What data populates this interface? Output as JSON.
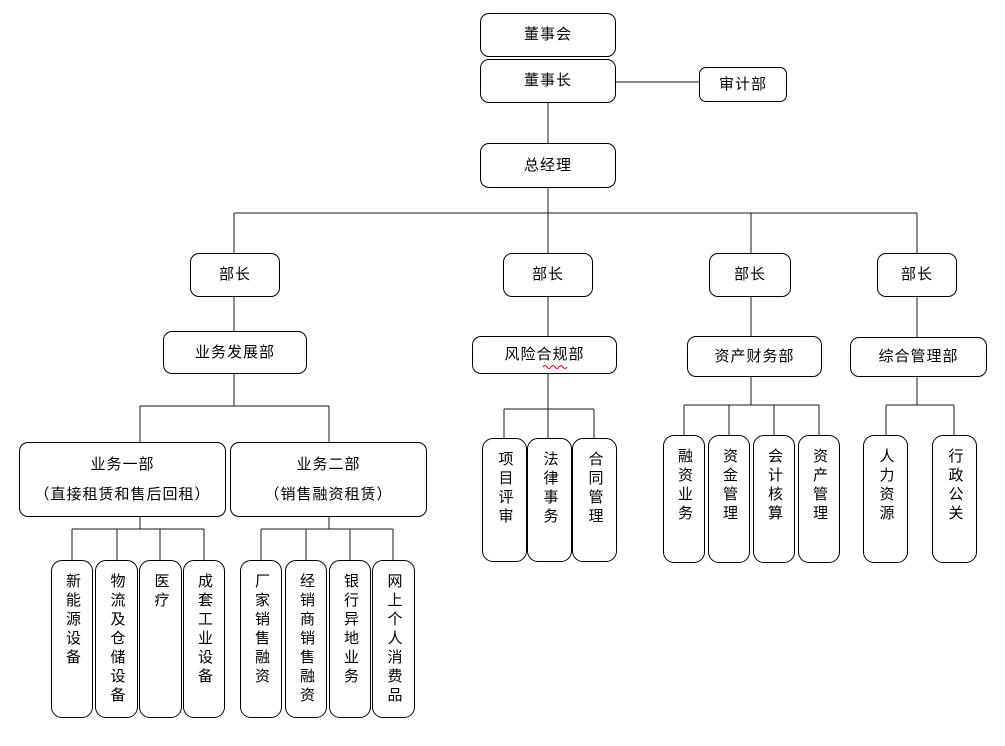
{
  "org_chart": {
    "board": "董事会",
    "chairman": "董事长",
    "audit_department": "审计部",
    "general_manager": "总经理",
    "branches": [
      {
        "head": "部长",
        "department": "业务发展部",
        "divisions": [
          {
            "name": "业务一部",
            "subtitle": "（直接租赁和售后回租）",
            "children": [
              "新能源设备",
              "物流及仓储设备",
              "医疗",
              "成套工业设备"
            ]
          },
          {
            "name": "业务二部",
            "subtitle": "（销售融资租赁）",
            "children": [
              "厂家销售融资",
              "经销商销售融资",
              "银行异地业务",
              "网上个人消费品"
            ]
          }
        ]
      },
      {
        "head": "部长",
        "department": "风险合规部",
        "children": [
          "项目评审",
          "法律事务",
          "合同管理"
        ]
      },
      {
        "head": "部长",
        "department": "资产财务部",
        "children": [
          "融资业务",
          "资金管理",
          "会计核算",
          "资产管理"
        ]
      },
      {
        "head": "部长",
        "department": "综合管理部",
        "children": [
          "人力资源",
          "行政公关"
        ]
      }
    ],
    "colors": {
      "line": "#1a1a1a",
      "box_border": "#000000",
      "background": "#ffffff",
      "spellcheck_underline": "#ff0000"
    }
  }
}
